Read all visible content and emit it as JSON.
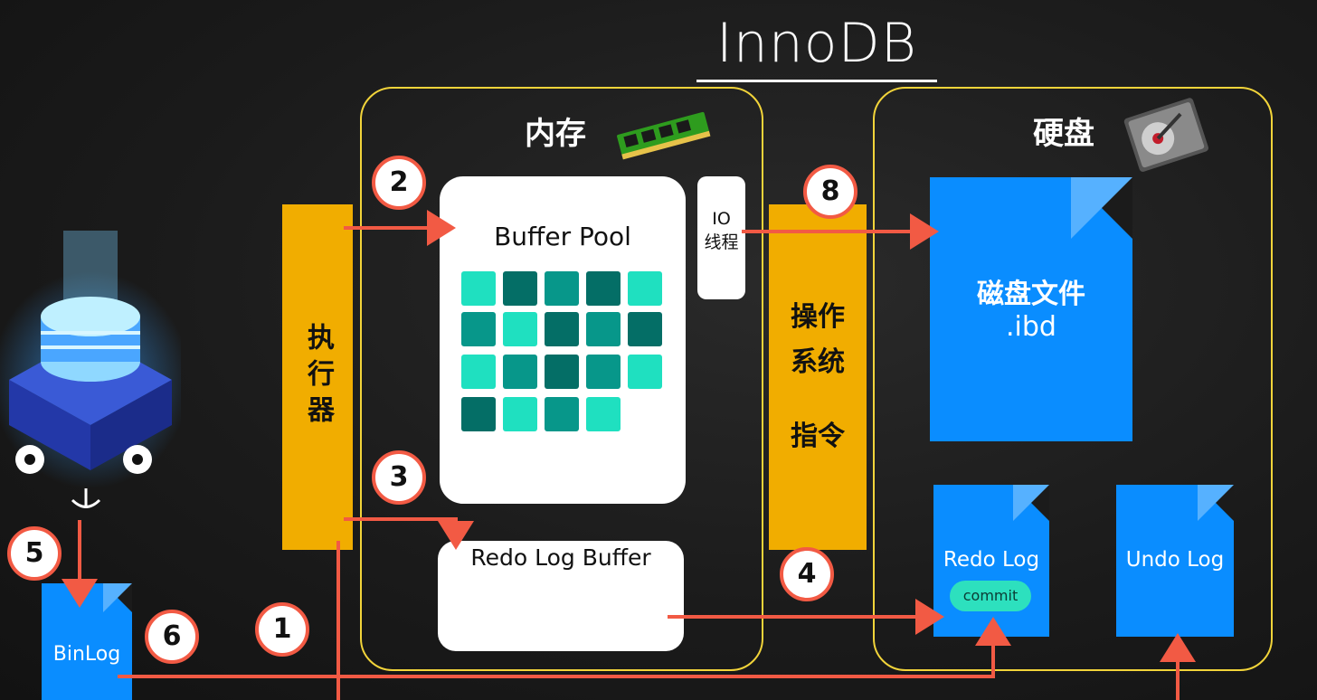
{
  "title": "InnoDB",
  "memory_panel": {
    "title": "内存"
  },
  "disk_panel": {
    "title": "硬盘"
  },
  "executor": {
    "label": "执行器"
  },
  "os_bar": {
    "line1": "操作",
    "line2": "系统",
    "line3": "指令"
  },
  "buffer_pool": {
    "label": "Buffer Pool"
  },
  "io_thread": {
    "line1": "IO",
    "line2": "线程"
  },
  "redo_log_buffer": {
    "label": "Redo Log Buffer"
  },
  "disk_file": {
    "line1": "磁盘文件",
    "line2": ".ibd"
  },
  "redo_log": {
    "label": "Redo Log",
    "commit": "commit"
  },
  "undo_log": {
    "label": "Undo Log"
  },
  "binlog": {
    "label": "BinLog"
  },
  "steps": {
    "s1": "1",
    "s2": "2",
    "s3": "3",
    "s4": "4",
    "s5": "5",
    "s6": "6",
    "s8": "8"
  },
  "colors": {
    "accent_orange": "#f1ad00",
    "panel_border": "#f2d43a",
    "arrow": "#f25a44",
    "file_blue": "#0a8dff",
    "teal_light": "#1fe0c0",
    "teal_mid": "#07978a",
    "teal_dark": "#046e66"
  }
}
